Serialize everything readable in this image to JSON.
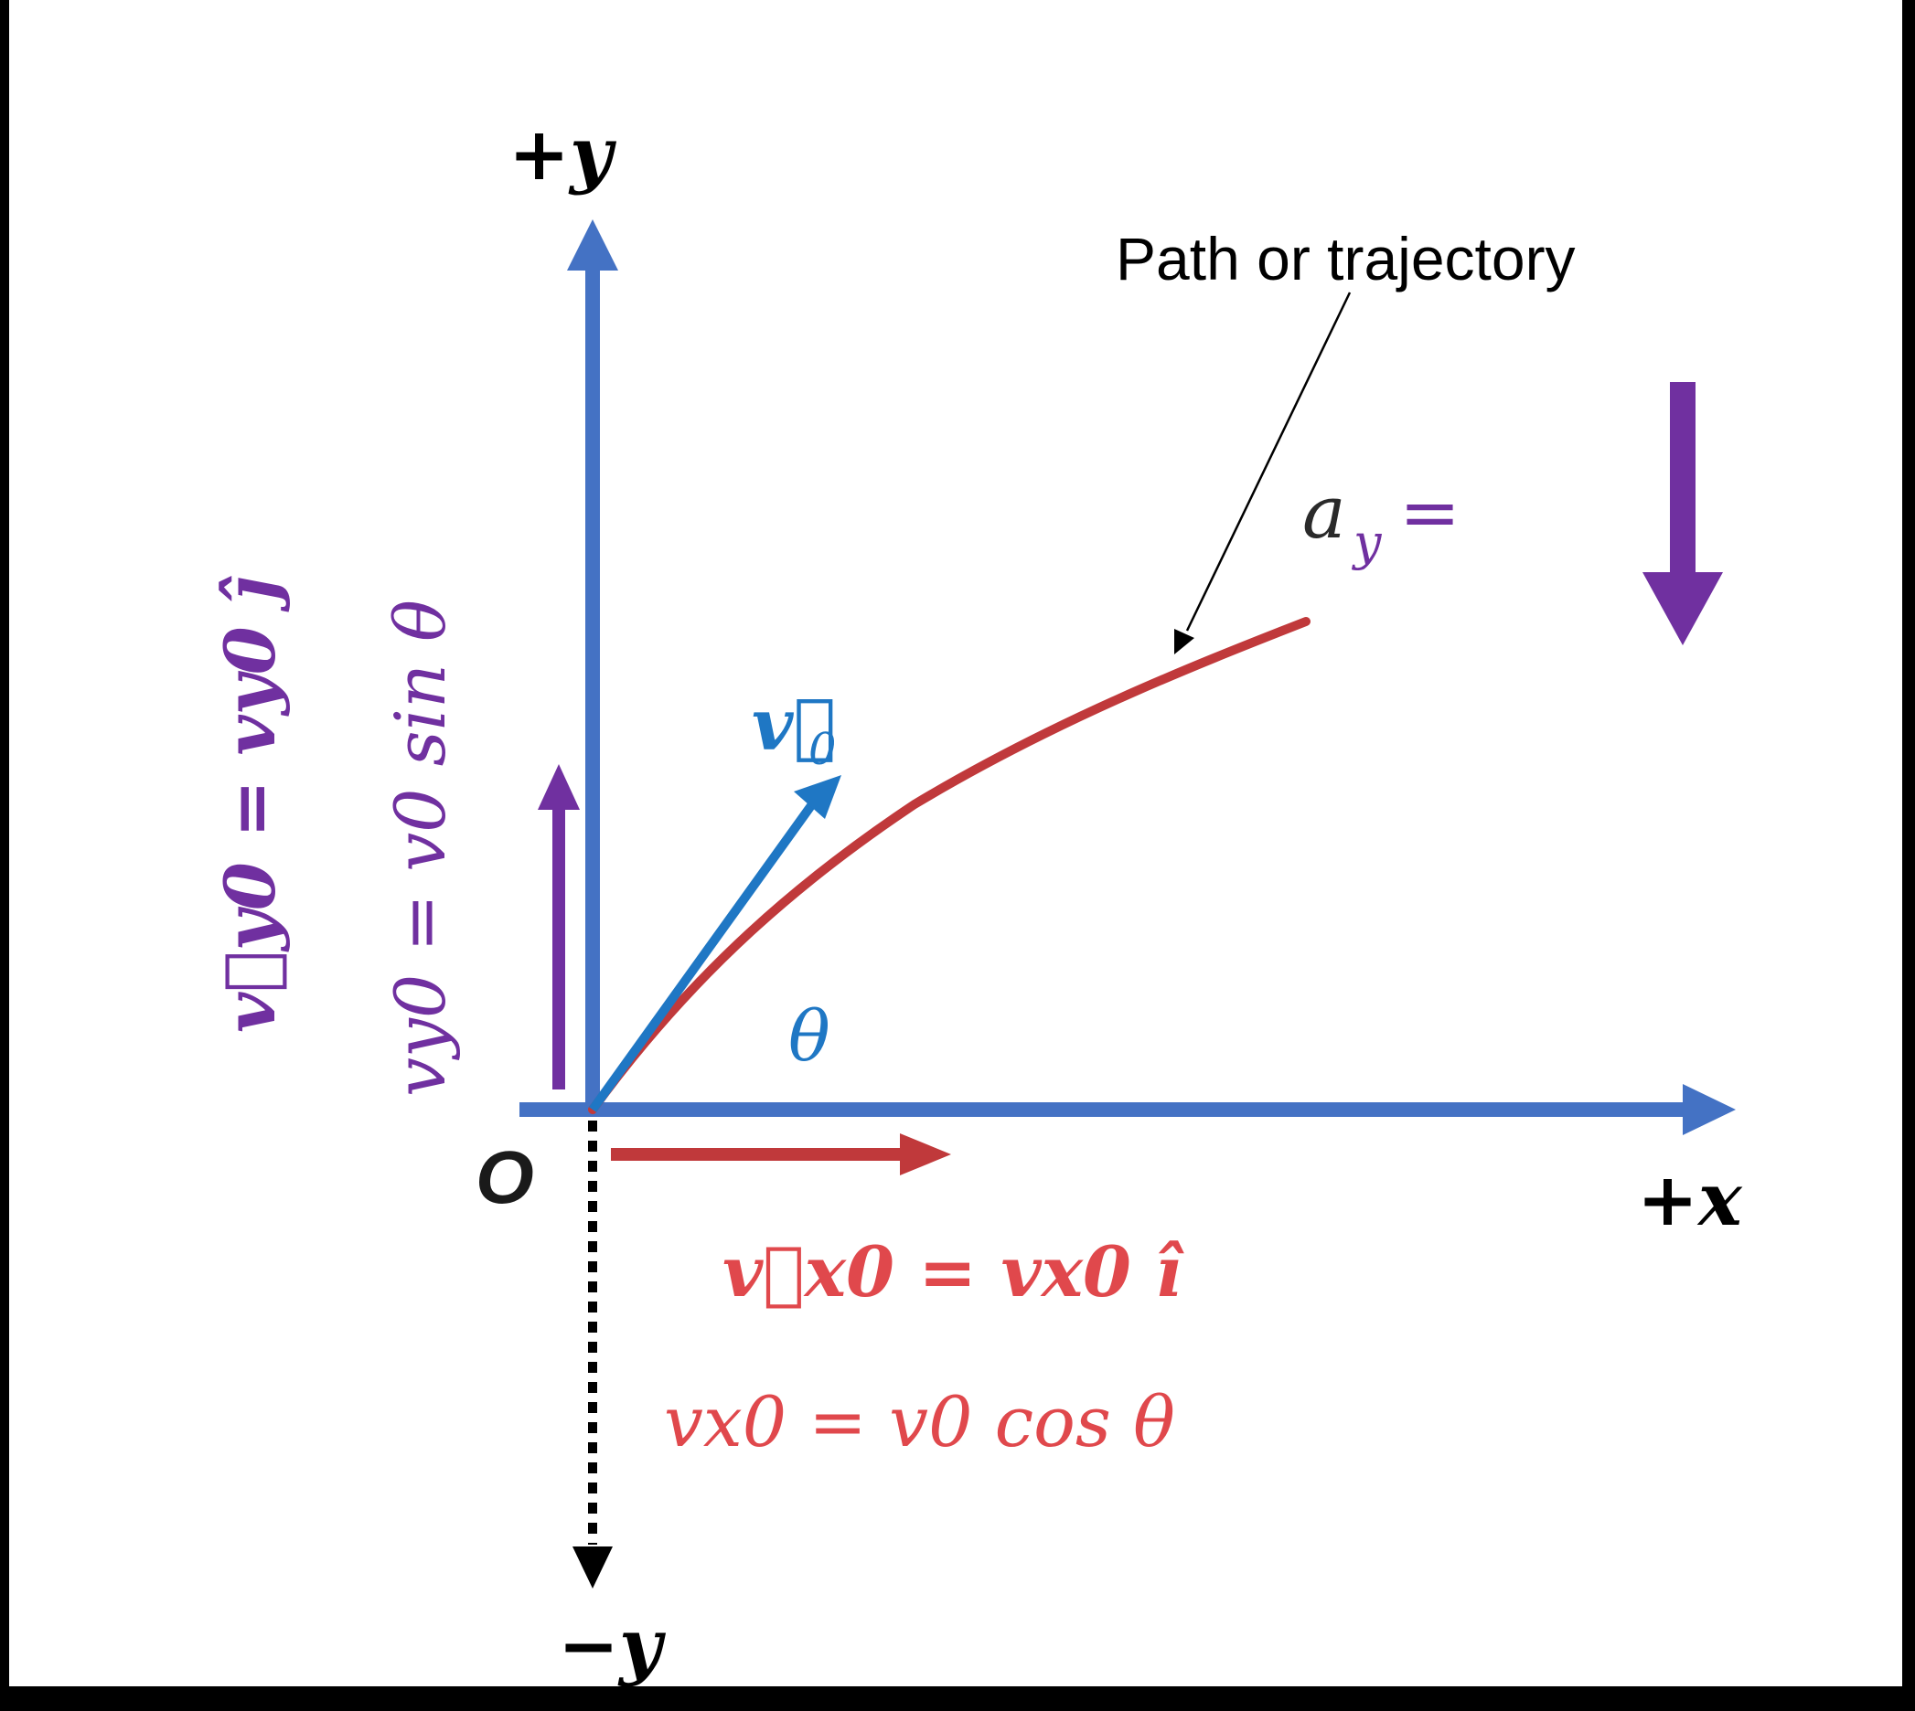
{
  "labels": {
    "plus_y": "+y",
    "minus_y": "−y",
    "plus_x": "+x",
    "origin": "O",
    "path": "Path or trajectory",
    "accel": "a",
    "accel_sub": "y",
    "accel_eq": "=",
    "theta": "θ",
    "v0_vec": "v⃗",
    "v0_sub": "0",
    "vy0_vec_eq": "v⃗y0 = vy0 ĵ",
    "vy0_eq": "vy0 = v0 sin θ",
    "vx0_vec_eq": "v⃗x0 = vx0 î",
    "vx0_eq": "vx0 = v0 cos θ"
  },
  "colors": {
    "background_panel": "#ffffff",
    "border": "#000000",
    "axis_blue": "#4472c4",
    "velocity_blue": "#1f77c4",
    "trajectory_red": "#c0393b",
    "x_component_red": "#e0484c",
    "purple": "#7030a0",
    "black": "#000000"
  }
}
